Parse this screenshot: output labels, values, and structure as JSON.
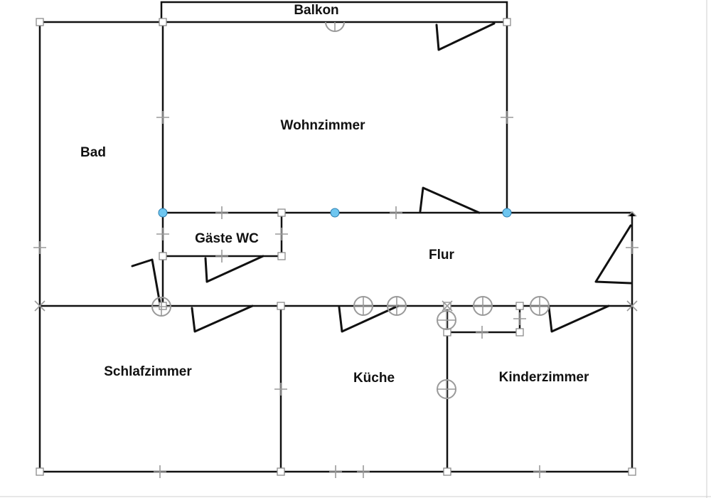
{
  "plan": {
    "rooms": [
      {
        "id": "balkon",
        "label": "Balkon"
      },
      {
        "id": "wohnzimmer",
        "label": "Wohnzimmer"
      },
      {
        "id": "bad",
        "label": "Bad"
      },
      {
        "id": "gaeste-wc",
        "label": "Gäste WC"
      },
      {
        "id": "flur",
        "label": "Flur"
      },
      {
        "id": "schlafzimmer",
        "label": "Schlafzimmer"
      },
      {
        "id": "kueche",
        "label": "Küche"
      },
      {
        "id": "kinderzimmer",
        "label": "Kinderzimmer"
      }
    ],
    "colors": {
      "wall": "#111111",
      "handle": "#9a9a9a",
      "selected_node": "#6ec6f0"
    }
  }
}
